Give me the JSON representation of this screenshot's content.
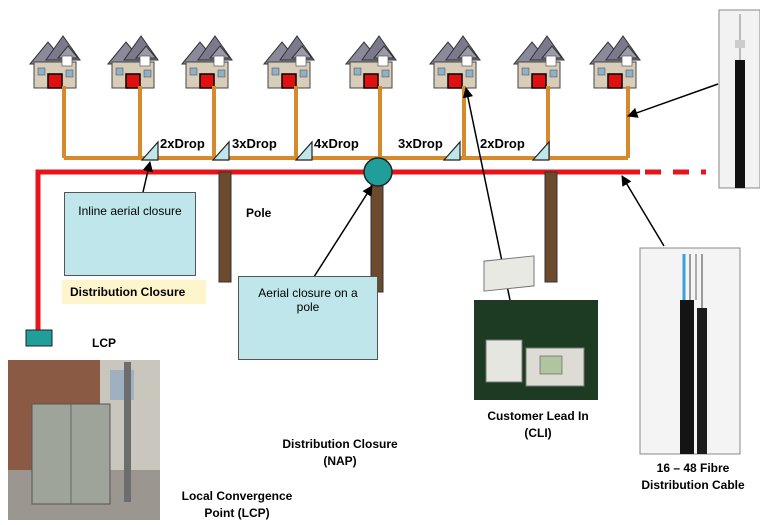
{
  "colors": {
    "backbone": "#e8141c",
    "drop": "#d68a2c",
    "pole": "#6b4a2e",
    "closure": "#bfe6ea",
    "nap": "#1f9e9a",
    "label_bg": "#fff5cc",
    "house_red": "#e01010"
  },
  "drops": [
    "2xDrop",
    "3xDrop",
    "4xDrop",
    "3xDrop",
    "2xDrop"
  ],
  "labels": {
    "inline_closure": "Inline aerial closure",
    "distribution_closure": "Distribution Closure",
    "pole": "Pole",
    "aerial_closure": "Aerial closure on a pole",
    "lcp_short": "LCP",
    "distribution_closure_nap": "Distribution Closure (NAP)",
    "lcp_full": "Local Convergence Point (LCP)",
    "cli": "Customer Lead In (CLI)",
    "fibre_cable": "16 – 48 Fibre Distribution Cable"
  },
  "houses": 8,
  "icons": [
    "house-icon",
    "cabinet-photo",
    "cli-photo",
    "drop-cable-photo",
    "fibre-cable-photo"
  ]
}
